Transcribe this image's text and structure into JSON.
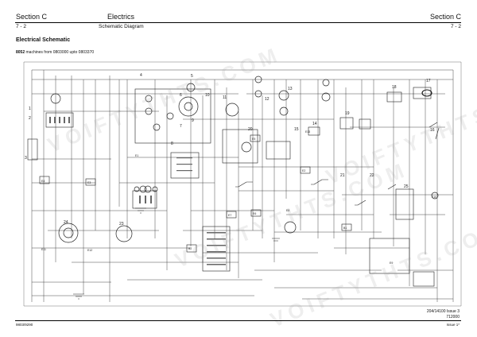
{
  "header": {
    "section_left": "Section C",
    "center_title": "Electrics",
    "section_right": "Section C",
    "page_left": "7 - 2",
    "subtitle": "Schematic Diagram",
    "page_right": "7 - 2"
  },
  "content": {
    "title": "Electrical Schematic",
    "model": "8052",
    "applicability": "machines from 0803000 upto 0803370"
  },
  "drawing": {
    "reference": "204/14100 Issue 3",
    "number": "712000"
  },
  "footer": {
    "left": "9803/9290",
    "right": "Issue 1*"
  },
  "watermark": {
    "text": "VOIFTYTHTS.COM"
  },
  "diagram_labels": {
    "n1": "1",
    "n2": "2",
    "n3": "3",
    "n4": "4",
    "n5": "5",
    "n6": "6",
    "n7": "7",
    "n8": "8",
    "n9": "9",
    "n10": "10",
    "n11": "11",
    "n12": "12",
    "n13": "13",
    "n14": "14",
    "n15": "15",
    "n16": "16",
    "n17": "17",
    "n18": "18",
    "n19": "19",
    "n20": "20",
    "n21": "21",
    "n22": "22",
    "n23": "23",
    "n24": "24",
    "n25": "25",
    "c1": "E4",
    "c2": "E3",
    "c3": "E5",
    "c4": "E2",
    "c5": "E6",
    "c6": "E7",
    "c7": "B1",
    "c8": "B2",
    "c9": "E8",
    "c10": "E9",
    "c11": "E1",
    "c12": "E11",
    "c13": "E12",
    "c14": "E10",
    "c15": "E13"
  }
}
